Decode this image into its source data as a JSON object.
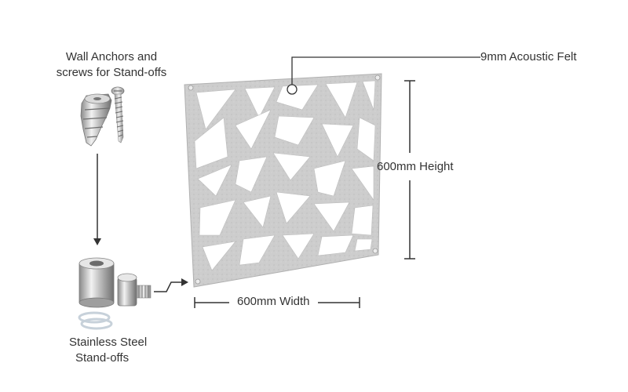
{
  "anchors": {
    "caption_line1": "Wall Anchors and",
    "caption_line2": "screws for Stand-offs",
    "icon": "wall-anchor-and-screw"
  },
  "standoffs": {
    "caption_line1": "Stainless Steel",
    "caption_line2": "Stand-offs",
    "icon": "stainless-steel-standoff"
  },
  "panel": {
    "material_label": "9mm Acoustic Felt",
    "height_label": "600mm Height",
    "width_label": "600mm Width",
    "color": "#c9c9c9"
  },
  "colors": {
    "line": "#333333",
    "panel_fill": "#cfcfcf",
    "metal": "#b9b9b9"
  }
}
